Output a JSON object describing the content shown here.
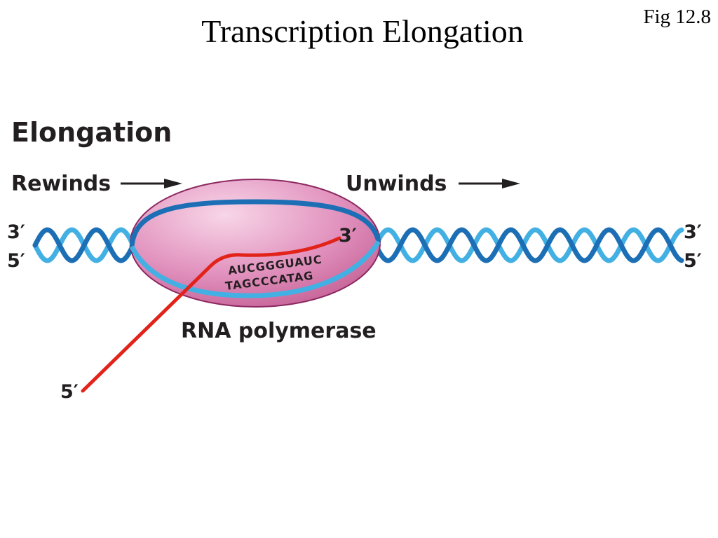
{
  "slide": {
    "title": "Transcription Elongation",
    "figure_label": "Fig 12.8"
  },
  "diagram": {
    "heading": "Elongation",
    "rewinds_label": "Rewinds",
    "unwinds_label": "Unwinds",
    "left_top_end": "3′",
    "left_bottom_end": "5′",
    "right_top_end": "3′",
    "right_bottom_end": "5′",
    "rna_3_end": "3′",
    "rna_5_end": "5′",
    "rna_sequence": "AUCGGGUAUC",
    "dna_template_sequence": "TAGCCCATAG",
    "enzyme_label": "RNA polymerase",
    "colors": {
      "dna_dark": "#1d6fb5",
      "dna_light": "#43b0e3",
      "rna": "#e2231a",
      "polymerase_fill": "#d46fa3",
      "polymerase_highlight": "#f7d2e6",
      "polymerase_edge": "#8c2860"
    }
  }
}
